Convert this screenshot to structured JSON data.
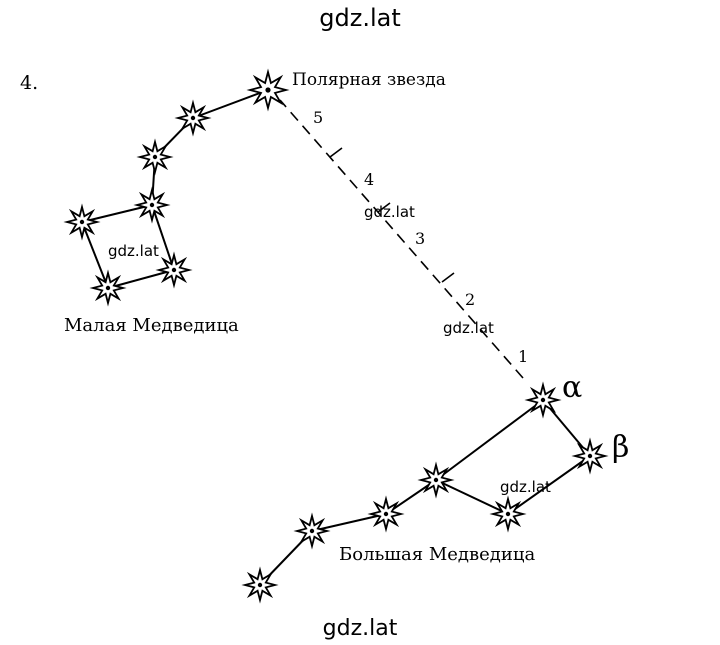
{
  "watermark": "gdz.lat",
  "problem_number": "4.",
  "labels": {
    "polaris": "Полярная звезда",
    "little_dipper": "Малая Медведица",
    "big_dipper": "Большая Медведица",
    "alpha": "α",
    "beta": "β"
  },
  "ticks": [
    "5",
    "4",
    "3",
    "2",
    "1"
  ],
  "colors": {
    "ink": "#000000",
    "background": "#ffffff"
  }
}
